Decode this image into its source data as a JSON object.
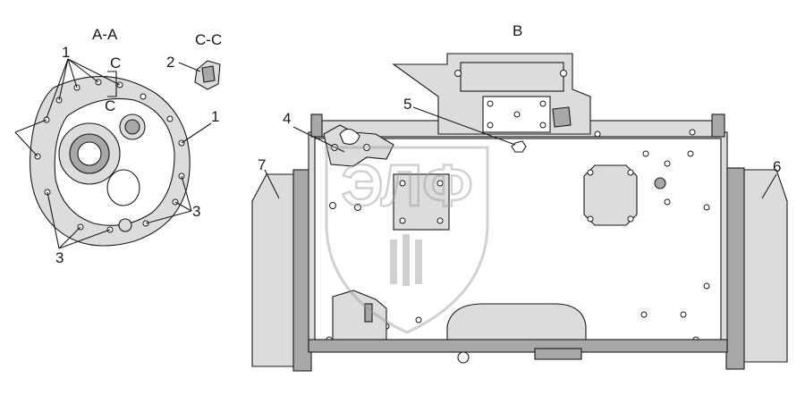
{
  "section_labels": {
    "aa": "A-A",
    "cc": "C-C",
    "b": "B",
    "c_upper": "C",
    "c_lower": "C"
  },
  "callouts": {
    "left_1": "1",
    "left_1b": "1",
    "left_2": "2",
    "left_3a": "3",
    "left_3b": "3",
    "main_4": "4",
    "main_5": "5",
    "main_6": "6",
    "main_7": "7"
  },
  "watermark": {
    "text": "ЭЛФ",
    "color": "#9a9a9a"
  },
  "colors": {
    "line": "#1a1a1a",
    "fill_light": "#dcdcdc",
    "fill_dark": "#a8a8a8"
  }
}
